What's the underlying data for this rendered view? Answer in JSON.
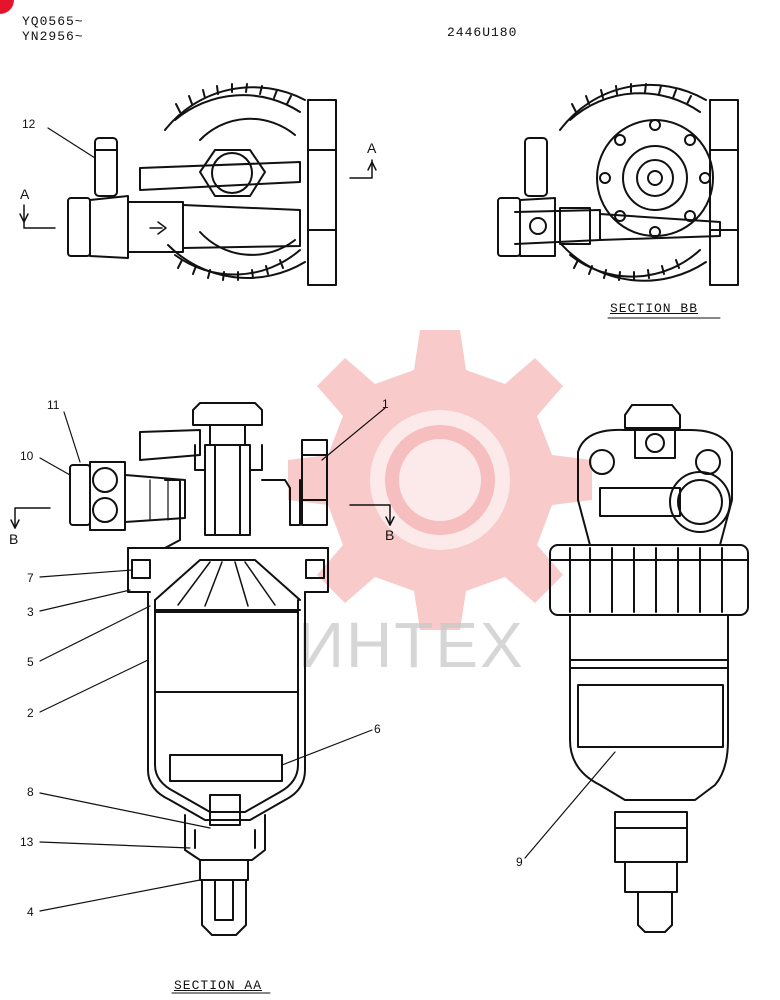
{
  "header": {
    "serial_1": "YQ0565~",
    "serial_2": "YN2956~",
    "drawing_number": "2446U180"
  },
  "section_titles": {
    "bb": "SECTION BB",
    "aa": "SECTION AA"
  },
  "section_marks": {
    "a": "A",
    "b": "B"
  },
  "callouts": {
    "c1": "1",
    "c2": "2",
    "c3": "3",
    "c4": "4",
    "c5": "5",
    "c6": "6",
    "c7": "7",
    "c8": "8",
    "c9": "9",
    "c10": "10",
    "c11": "11",
    "c12": "12",
    "c13": "13"
  },
  "watermark": {
    "text": "ИНТЕХ",
    "color": "#f4a0a0"
  }
}
